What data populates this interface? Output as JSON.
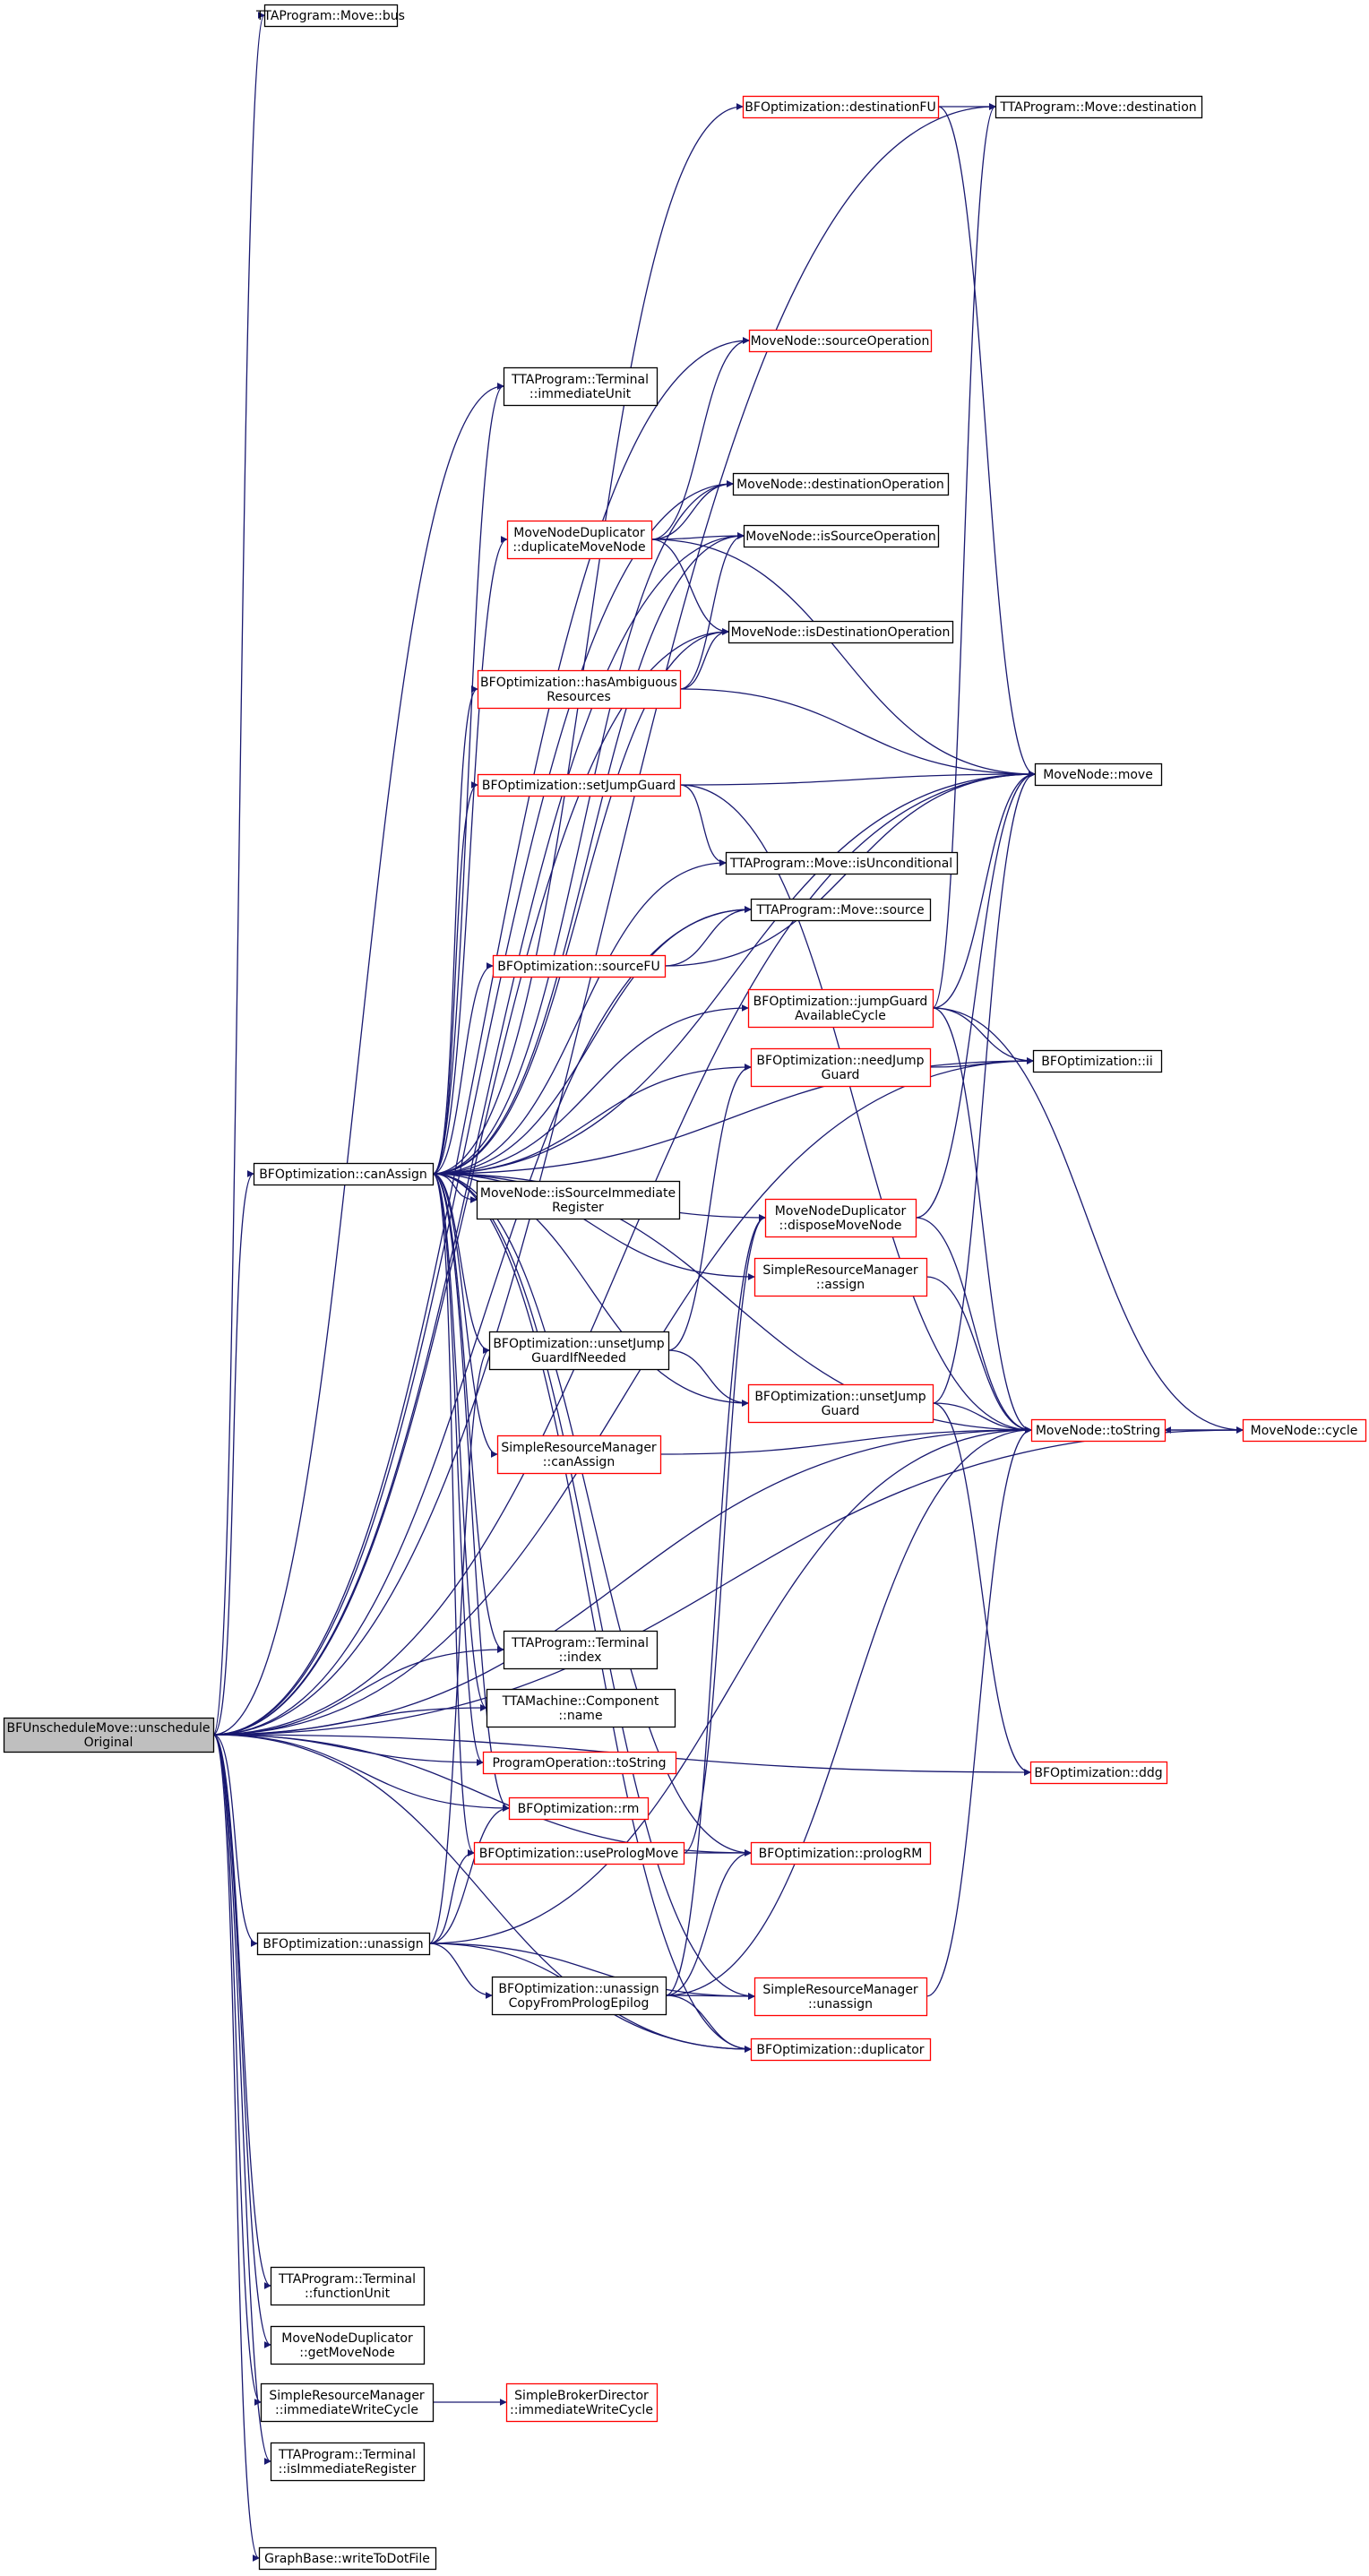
{
  "colors": {
    "edge": "#191970",
    "box_black": "#000000",
    "box_red": "#ff0000",
    "root_fill": "#bfbfbf",
    "box_fill": "#ffffff"
  },
  "nodes": {
    "root": {
      "lines": [
        "BFUnscheduleMove::unschedule",
        "Original"
      ],
      "style": "root"
    },
    "move_bus": {
      "lines": [
        "TTAProgram::Move::bus"
      ],
      "style": "black"
    },
    "dest_fu": {
      "lines": [
        "BFOptimization::destinationFU"
      ],
      "style": "red"
    },
    "move_destination": {
      "lines": [
        "TTAProgram::Move::destination"
      ],
      "style": "black"
    },
    "source_operation": {
      "lines": [
        "MoveNode::sourceOperation"
      ],
      "style": "red"
    },
    "immediate_unit": {
      "lines": [
        "TTAProgram::Terminal",
        "::immediateUnit"
      ],
      "style": "black"
    },
    "destination_operation": {
      "lines": [
        "MoveNode::destinationOperation"
      ],
      "style": "black"
    },
    "duplicate_move_node": {
      "lines": [
        "MoveNodeDuplicator",
        "::duplicateMoveNode"
      ],
      "style": "red"
    },
    "is_source_operation": {
      "lines": [
        "MoveNode::isSourceOperation"
      ],
      "style": "black"
    },
    "is_destination_operation": {
      "lines": [
        "MoveNode::isDestinationOperation"
      ],
      "style": "black"
    },
    "has_ambiguous": {
      "lines": [
        "BFOptimization::hasAmbiguous",
        "Resources"
      ],
      "style": "red"
    },
    "set_jump_guard": {
      "lines": [
        "BFOptimization::setJumpGuard"
      ],
      "style": "red"
    },
    "movenode_move": {
      "lines": [
        "MoveNode::move"
      ],
      "style": "black"
    },
    "is_unconditional": {
      "lines": [
        "TTAProgram::Move::isUnconditional"
      ],
      "style": "black"
    },
    "move_source": {
      "lines": [
        "TTAProgram::Move::source"
      ],
      "style": "black"
    },
    "source_fu": {
      "lines": [
        "BFOptimization::sourceFU"
      ],
      "style": "red"
    },
    "jump_guard_available": {
      "lines": [
        "BFOptimization::jumpGuard",
        "AvailableCycle"
      ],
      "style": "red"
    },
    "bfo_ii": {
      "lines": [
        "BFOptimization::ii"
      ],
      "style": "black"
    },
    "need_jump_guard": {
      "lines": [
        "BFOptimization::needJump",
        "Guard"
      ],
      "style": "red"
    },
    "can_assign": {
      "lines": [
        "BFOptimization::canAssign"
      ],
      "style": "black"
    },
    "is_source_immediate": {
      "lines": [
        "MoveNode::isSourceImmediate",
        "Register"
      ],
      "style": "black"
    },
    "dispose_move_node": {
      "lines": [
        "MoveNodeDuplicator",
        "::disposeMoveNode"
      ],
      "style": "red"
    },
    "srm_assign": {
      "lines": [
        "SimpleResourceManager",
        "::assign"
      ],
      "style": "red"
    },
    "unset_jump_guard_if_needed": {
      "lines": [
        "BFOptimization::unsetJump",
        "GuardIfNeeded"
      ],
      "style": "black"
    },
    "unset_jump_guard": {
      "lines": [
        "BFOptimization::unsetJump",
        "Guard"
      ],
      "style": "red"
    },
    "to_string": {
      "lines": [
        "MoveNode::toString"
      ],
      "style": "red"
    },
    "movenode_cycle": {
      "lines": [
        "MoveNode::cycle"
      ],
      "style": "red"
    },
    "srm_can_assign": {
      "lines": [
        "SimpleResourceManager",
        "::canAssign"
      ],
      "style": "red"
    },
    "terminal_index": {
      "lines": [
        "TTAProgram::Terminal",
        "::index"
      ],
      "style": "black"
    },
    "component_name": {
      "lines": [
        "TTAMachine::Component",
        "::name"
      ],
      "style": "black"
    },
    "program_operation_tostring": {
      "lines": [
        "ProgramOperation::toString"
      ],
      "style": "red"
    },
    "bfo_ddg": {
      "lines": [
        "BFOptimization::ddg"
      ],
      "style": "red"
    },
    "bfo_rm": {
      "lines": [
        "BFOptimization::rm"
      ],
      "style": "red"
    },
    "use_prolog_move": {
      "lines": [
        "BFOptimization::usePrologMove"
      ],
      "style": "red"
    },
    "prolog_rm": {
      "lines": [
        "BFOptimization::prologRM"
      ],
      "style": "red"
    },
    "bfo_unassign": {
      "lines": [
        "BFOptimization::unassign"
      ],
      "style": "black"
    },
    "unassign_copy": {
      "lines": [
        "BFOptimization::unassign",
        "CopyFromPrologEpilog"
      ],
      "style": "black"
    },
    "srm_unassign": {
      "lines": [
        "SimpleResourceManager",
        "::unassign"
      ],
      "style": "red"
    },
    "bfo_duplicator": {
      "lines": [
        "BFOptimization::duplicator"
      ],
      "style": "red"
    },
    "terminal_function_unit": {
      "lines": [
        "TTAProgram::Terminal",
        "::functionUnit"
      ],
      "style": "black"
    },
    "get_move_node": {
      "lines": [
        "MoveNodeDuplicator",
        "::getMoveNode"
      ],
      "style": "black"
    },
    "srm_immediate_write": {
      "lines": [
        "SimpleResourceManager",
        "::immediateWriteCycle"
      ],
      "style": "black"
    },
    "sbd_immediate_write": {
      "lines": [
        "SimpleBrokerDirector",
        "::immediateWriteCycle"
      ],
      "style": "red"
    },
    "terminal_is_immediate_register": {
      "lines": [
        "TTAProgram::Terminal",
        "::isImmediateRegister"
      ],
      "style": "black"
    },
    "write_to_dot_file": {
      "lines": [
        "GraphBase::writeToDotFile"
      ],
      "style": "black"
    }
  },
  "edges": [
    [
      "root",
      "move_bus"
    ],
    [
      "root",
      "move_destination"
    ],
    [
      "root",
      "source_operation"
    ],
    [
      "root",
      "immediate_unit"
    ],
    [
      "root",
      "destination_operation"
    ],
    [
      "root",
      "is_source_operation"
    ],
    [
      "root",
      "is_destination_operation"
    ],
    [
      "root",
      "movenode_move"
    ],
    [
      "root",
      "move_source"
    ],
    [
      "root",
      "bfo_ii"
    ],
    [
      "root",
      "can_assign"
    ],
    [
      "root",
      "to_string"
    ],
    [
      "root",
      "movenode_cycle"
    ],
    [
      "root",
      "terminal_index"
    ],
    [
      "root",
      "component_name"
    ],
    [
      "root",
      "program_operation_tostring"
    ],
    [
      "root",
      "bfo_ddg"
    ],
    [
      "root",
      "bfo_rm"
    ],
    [
      "root",
      "prolog_rm"
    ],
    [
      "root",
      "bfo_unassign"
    ],
    [
      "root",
      "bfo_duplicator"
    ],
    [
      "root",
      "terminal_function_unit"
    ],
    [
      "root",
      "get_move_node"
    ],
    [
      "root",
      "srm_immediate_write"
    ],
    [
      "root",
      "terminal_is_immediate_register"
    ],
    [
      "root",
      "write_to_dot_file"
    ],
    [
      "can_assign",
      "dest_fu"
    ],
    [
      "can_assign",
      "immediate_unit"
    ],
    [
      "can_assign",
      "destination_operation"
    ],
    [
      "can_assign",
      "duplicate_move_node"
    ],
    [
      "can_assign",
      "is_source_operation"
    ],
    [
      "can_assign",
      "is_destination_operation"
    ],
    [
      "can_assign",
      "has_ambiguous"
    ],
    [
      "can_assign",
      "set_jump_guard"
    ],
    [
      "can_assign",
      "movenode_move"
    ],
    [
      "can_assign",
      "is_unconditional"
    ],
    [
      "can_assign",
      "move_source"
    ],
    [
      "can_assign",
      "source_fu"
    ],
    [
      "can_assign",
      "jump_guard_available"
    ],
    [
      "can_assign",
      "bfo_ii"
    ],
    [
      "can_assign",
      "need_jump_guard"
    ],
    [
      "can_assign",
      "is_source_immediate"
    ],
    [
      "can_assign",
      "dispose_move_node"
    ],
    [
      "can_assign",
      "srm_assign"
    ],
    [
      "can_assign",
      "unset_jump_guard_if_needed"
    ],
    [
      "can_assign",
      "unset_jump_guard"
    ],
    [
      "can_assign",
      "to_string"
    ],
    [
      "can_assign",
      "srm_can_assign"
    ],
    [
      "can_assign",
      "terminal_index"
    ],
    [
      "can_assign",
      "component_name"
    ],
    [
      "can_assign",
      "program_operation_tostring"
    ],
    [
      "can_assign",
      "bfo_rm"
    ],
    [
      "can_assign",
      "use_prolog_move"
    ],
    [
      "can_assign",
      "prolog_rm"
    ],
    [
      "can_assign",
      "srm_unassign"
    ],
    [
      "can_assign",
      "bfo_duplicator"
    ],
    [
      "dest_fu",
      "move_destination"
    ],
    [
      "dest_fu",
      "movenode_move"
    ],
    [
      "duplicate_move_node",
      "source_operation"
    ],
    [
      "duplicate_move_node",
      "destination_operation"
    ],
    [
      "duplicate_move_node",
      "is_source_operation"
    ],
    [
      "duplicate_move_node",
      "is_destination_operation"
    ],
    [
      "duplicate_move_node",
      "movenode_move"
    ],
    [
      "has_ambiguous",
      "is_source_operation"
    ],
    [
      "has_ambiguous",
      "is_destination_operation"
    ],
    [
      "has_ambiguous",
      "movenode_move"
    ],
    [
      "set_jump_guard",
      "movenode_move"
    ],
    [
      "set_jump_guard",
      "is_unconditional"
    ],
    [
      "set_jump_guard",
      "to_string"
    ],
    [
      "source_fu",
      "move_source"
    ],
    [
      "source_fu",
      "movenode_move"
    ],
    [
      "jump_guard_available",
      "move_destination"
    ],
    [
      "jump_guard_available",
      "movenode_move"
    ],
    [
      "jump_guard_available",
      "bfo_ii"
    ],
    [
      "jump_guard_available",
      "to_string"
    ],
    [
      "jump_guard_available",
      "movenode_cycle"
    ],
    [
      "need_jump_guard",
      "bfo_ii"
    ],
    [
      "dispose_move_node",
      "movenode_move"
    ],
    [
      "dispose_move_node",
      "to_string"
    ],
    [
      "srm_assign",
      "to_string"
    ],
    [
      "unset_jump_guard_if_needed",
      "need_jump_guard"
    ],
    [
      "unset_jump_guard_if_needed",
      "unset_jump_guard"
    ],
    [
      "unset_jump_guard",
      "movenode_move"
    ],
    [
      "unset_jump_guard",
      "to_string"
    ],
    [
      "unset_jump_guard",
      "bfo_ddg"
    ],
    [
      "srm_can_assign",
      "to_string"
    ],
    [
      "to_string",
      "movenode_cycle"
    ],
    [
      "movenode_cycle",
      "to_string"
    ],
    [
      "use_prolog_move",
      "dispose_move_node"
    ],
    [
      "use_prolog_move",
      "prolog_rm"
    ],
    [
      "bfo_unassign",
      "unset_jump_guard_if_needed"
    ],
    [
      "bfo_unassign",
      "bfo_rm"
    ],
    [
      "bfo_unassign",
      "use_prolog_move"
    ],
    [
      "bfo_unassign",
      "unassign_copy"
    ],
    [
      "bfo_unassign",
      "srm_unassign"
    ],
    [
      "bfo_unassign",
      "bfo_duplicator"
    ],
    [
      "bfo_unassign",
      "to_string"
    ],
    [
      "unassign_copy",
      "to_string"
    ],
    [
      "unassign_copy",
      "prolog_rm"
    ],
    [
      "unassign_copy",
      "srm_unassign"
    ],
    [
      "unassign_copy",
      "bfo_duplicator"
    ],
    [
      "unassign_copy",
      "dispose_move_node"
    ],
    [
      "srm_unassign",
      "to_string"
    ],
    [
      "srm_immediate_write",
      "sbd_immediate_write"
    ]
  ]
}
